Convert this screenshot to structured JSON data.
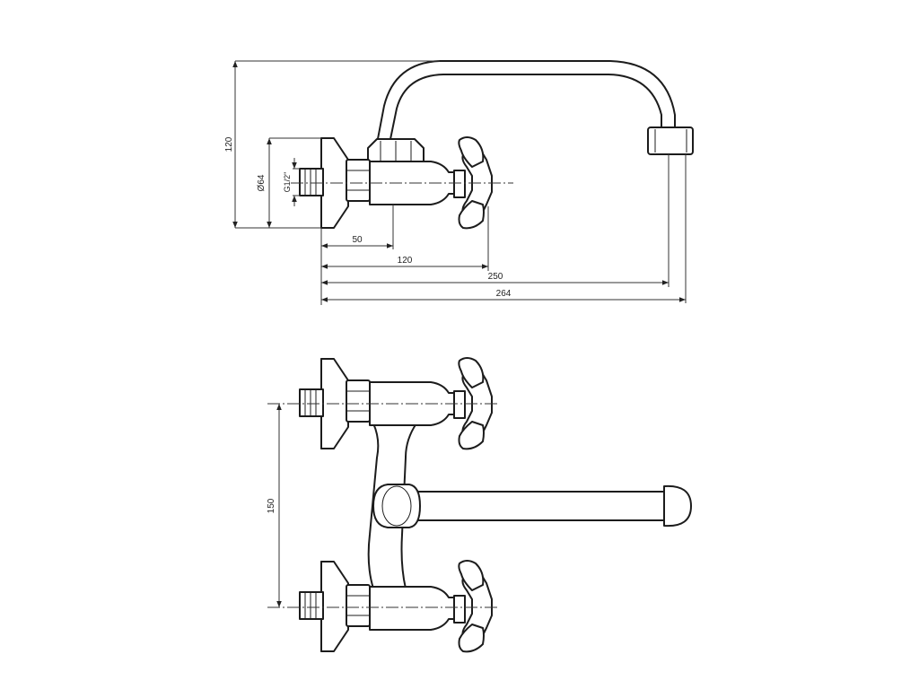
{
  "dimensions": {
    "height_120": "120",
    "diameter_64": "Ø64",
    "thread": "G1/2\"",
    "offset_50": "50",
    "depth_120": "120",
    "reach_250": "250",
    "overall_264": "264",
    "spacing_150": "150"
  },
  "colors": {
    "line": "#1c1c1c",
    "background": "#ffffff"
  }
}
